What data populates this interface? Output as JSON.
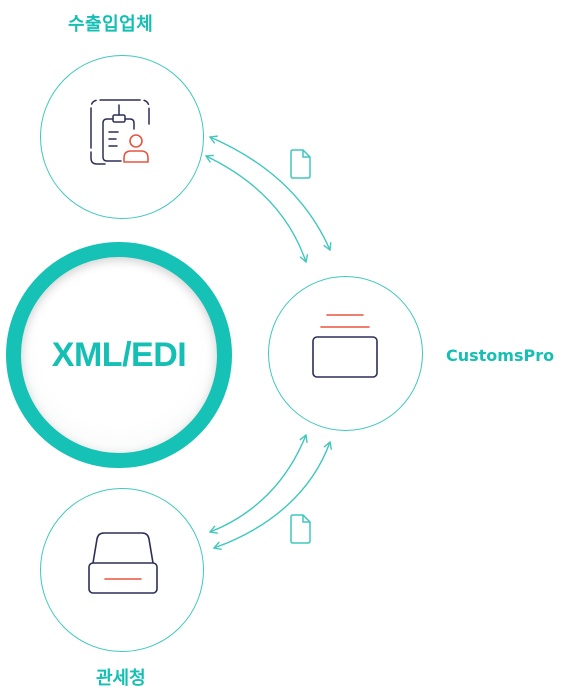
{
  "diagram": {
    "hub_label": "XML/EDI",
    "nodes": {
      "exporter": {
        "label": "수출입업체",
        "icon": "person-document-icon"
      },
      "customspro": {
        "label": "CustomsPro",
        "icon": "window-icon"
      },
      "customs_office": {
        "label": "관세청",
        "icon": "inbox-tray-icon"
      }
    },
    "flows": [
      {
        "between": [
          "exporter",
          "customspro"
        ],
        "icon": "document-icon",
        "direction": "bidirectional"
      },
      {
        "between": [
          "customspro",
          "customs_office"
        ],
        "icon": "document-icon",
        "direction": "bidirectional"
      }
    ]
  },
  "colors": {
    "accent": "#16bfb3",
    "ring_stroke": "#3ec8bd",
    "icon_navy": "#2b2f55",
    "icon_red": "#e8553f"
  }
}
